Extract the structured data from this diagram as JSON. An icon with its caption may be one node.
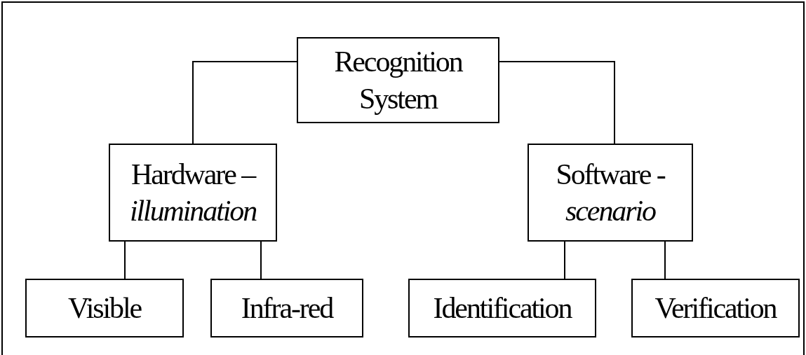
{
  "diagram": {
    "nodes": [
      {
        "text": [
          "Recognition System"
        ]
      },
      {
        "text": [
          "Hardware – *illumination*"
        ]
      },
      {
        "text": [
          "Software - *scenario*"
        ]
      },
      {
        "text": [
          "Visible"
        ]
      },
      {
        "text": [
          "Infra-red"
        ]
      },
      {
        "text": [
          "Identification"
        ]
      },
      {
        "text": [
          "Verification"
        ]
      }
    ],
    "edges": [
      {
        "from": 0,
        "to": 1,
        "arrow": "none"
      },
      {
        "from": 0,
        "to": 2,
        "arrow": "none"
      },
      {
        "from": 1,
        "to": 3,
        "arrow": "none"
      },
      {
        "from": 1,
        "to": 4,
        "arrow": "none"
      },
      {
        "from": 2,
        "to": 5,
        "arrow": "none"
      },
      {
        "from": 2,
        "to": 6,
        "arrow": "none"
      }
    ]
  }
}
